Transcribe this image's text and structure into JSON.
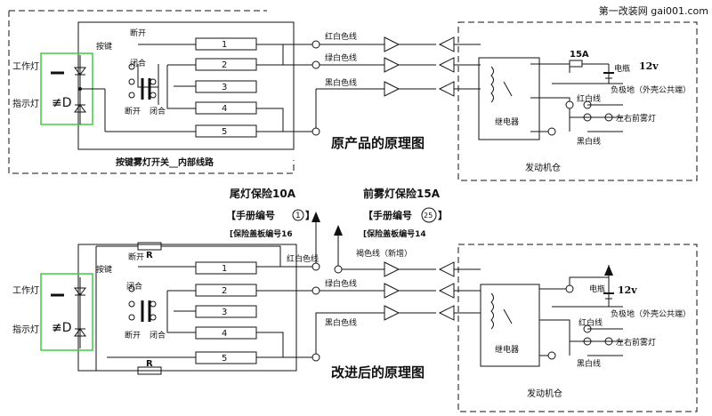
{
  "watermark": "第一改装网 gai001.com",
  "top": {
    "caption": "原产品的原理图",
    "switch_label": "按键雾灯开关__内部线路",
    "engine_label": "发动机仓",
    "work_light": "工作灯",
    "indicator_light": "指示灯",
    "key_label": "按键",
    "open_label": "断开",
    "close_label": "闭合",
    "open_label_bottom": "断开",
    "close_label_bottom": "闭合",
    "fuse": "15A",
    "battery": "电瓶",
    "voltage": "12v",
    "ground": "负极地（外壳公共端）",
    "fog_lamps": "左右前雾灯",
    "relay": "继电器",
    "wire_red_white": "红白色线",
    "wire_green_white": "绿白色线",
    "wire_black_white": "黑白色线",
    "relay_red_white": "红白线",
    "relay_black_white": "黑白线"
  },
  "bottom": {
    "caption": "改进后的原理图",
    "engine_label": "发动机仓",
    "work_light": "工作灯",
    "indicator_light": "指示灯",
    "key_label": "按键",
    "open_label": "断开",
    "close_label": "闭合",
    "open_label_bottom": "断开",
    "close_label_bottom": "闭合",
    "resistor": "R",
    "battery": "电瓶",
    "voltage": "12v",
    "ground": "负极地（外壳公共端）",
    "fog_lamps": "左右前雾灯",
    "relay": "继电器",
    "wire_red_white": "红白色线",
    "wire_green_white": "绿白色线",
    "wire_black_white": "黑白色线",
    "wire_brown_new": "褐色线（新增）",
    "relay_red_white": "红白线",
    "relay_black_white": "黑白线",
    "tail_fuse": "尾灯保险10A",
    "tail_manual": "【手册编号",
    "tail_manual_num": "1",
    "tail_manual_close": "】",
    "tail_panel": "[保险盖板编号16",
    "fog_fuse": "前雾灯保险15A",
    "fog_manual": "【手册编号",
    "fog_manual_num": "25",
    "fog_manual_close": "】",
    "fog_panel": "[保险盖板编号14"
  },
  "terminals": [
    "1",
    "2",
    "3",
    "4",
    "5"
  ]
}
